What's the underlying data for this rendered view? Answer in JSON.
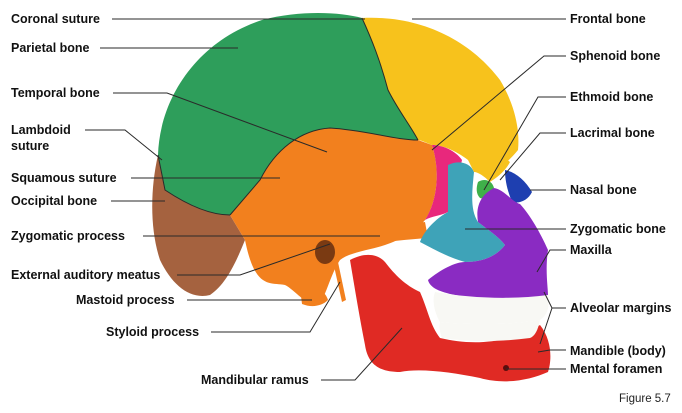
{
  "figure": {
    "caption": "Figure 5.7"
  },
  "labels_left": {
    "coronal_suture": "Coronal suture",
    "parietal_bone": "Parietal bone",
    "temporal_bone": "Temporal bone",
    "lambdoid_suture_1": "Lambdoid",
    "lambdoid_suture_2": "suture",
    "squamous_suture": "Squamous suture",
    "occipital_bone": "Occipital bone",
    "zygomatic_process": "Zygomatic process",
    "external_auditory_meatus": "External auditory meatus",
    "mastoid_process": "Mastoid process",
    "styloid_process": "Styloid process",
    "mandibular_ramus": "Mandibular ramus"
  },
  "labels_right": {
    "frontal_bone": "Frontal bone",
    "sphenoid_bone": "Sphenoid bone",
    "ethmoid_bone": "Ethmoid bone",
    "lacrimal_bone": "Lacrimal bone",
    "nasal_bone": "Nasal bone",
    "zygomatic_bone": "Zygomatic bone",
    "maxilla": "Maxilla",
    "alveolar_margins": "Alveolar margins",
    "mandible_body": "Mandible (body)",
    "mental_foramen": "Mental foramen"
  },
  "colors": {
    "parietal": "#2e9e5b",
    "frontal": "#f7c21c",
    "temporal": "#f2801e",
    "occipital": "#a5623f",
    "sphenoid": "#e8287c",
    "zygomatic": "#3ea3b8",
    "maxilla": "#8a2bc2",
    "mandible": "#e02a24",
    "nasal": "#1e3fb0",
    "ethmoid": "#3fb04a",
    "teeth": "#f8f8f4"
  }
}
